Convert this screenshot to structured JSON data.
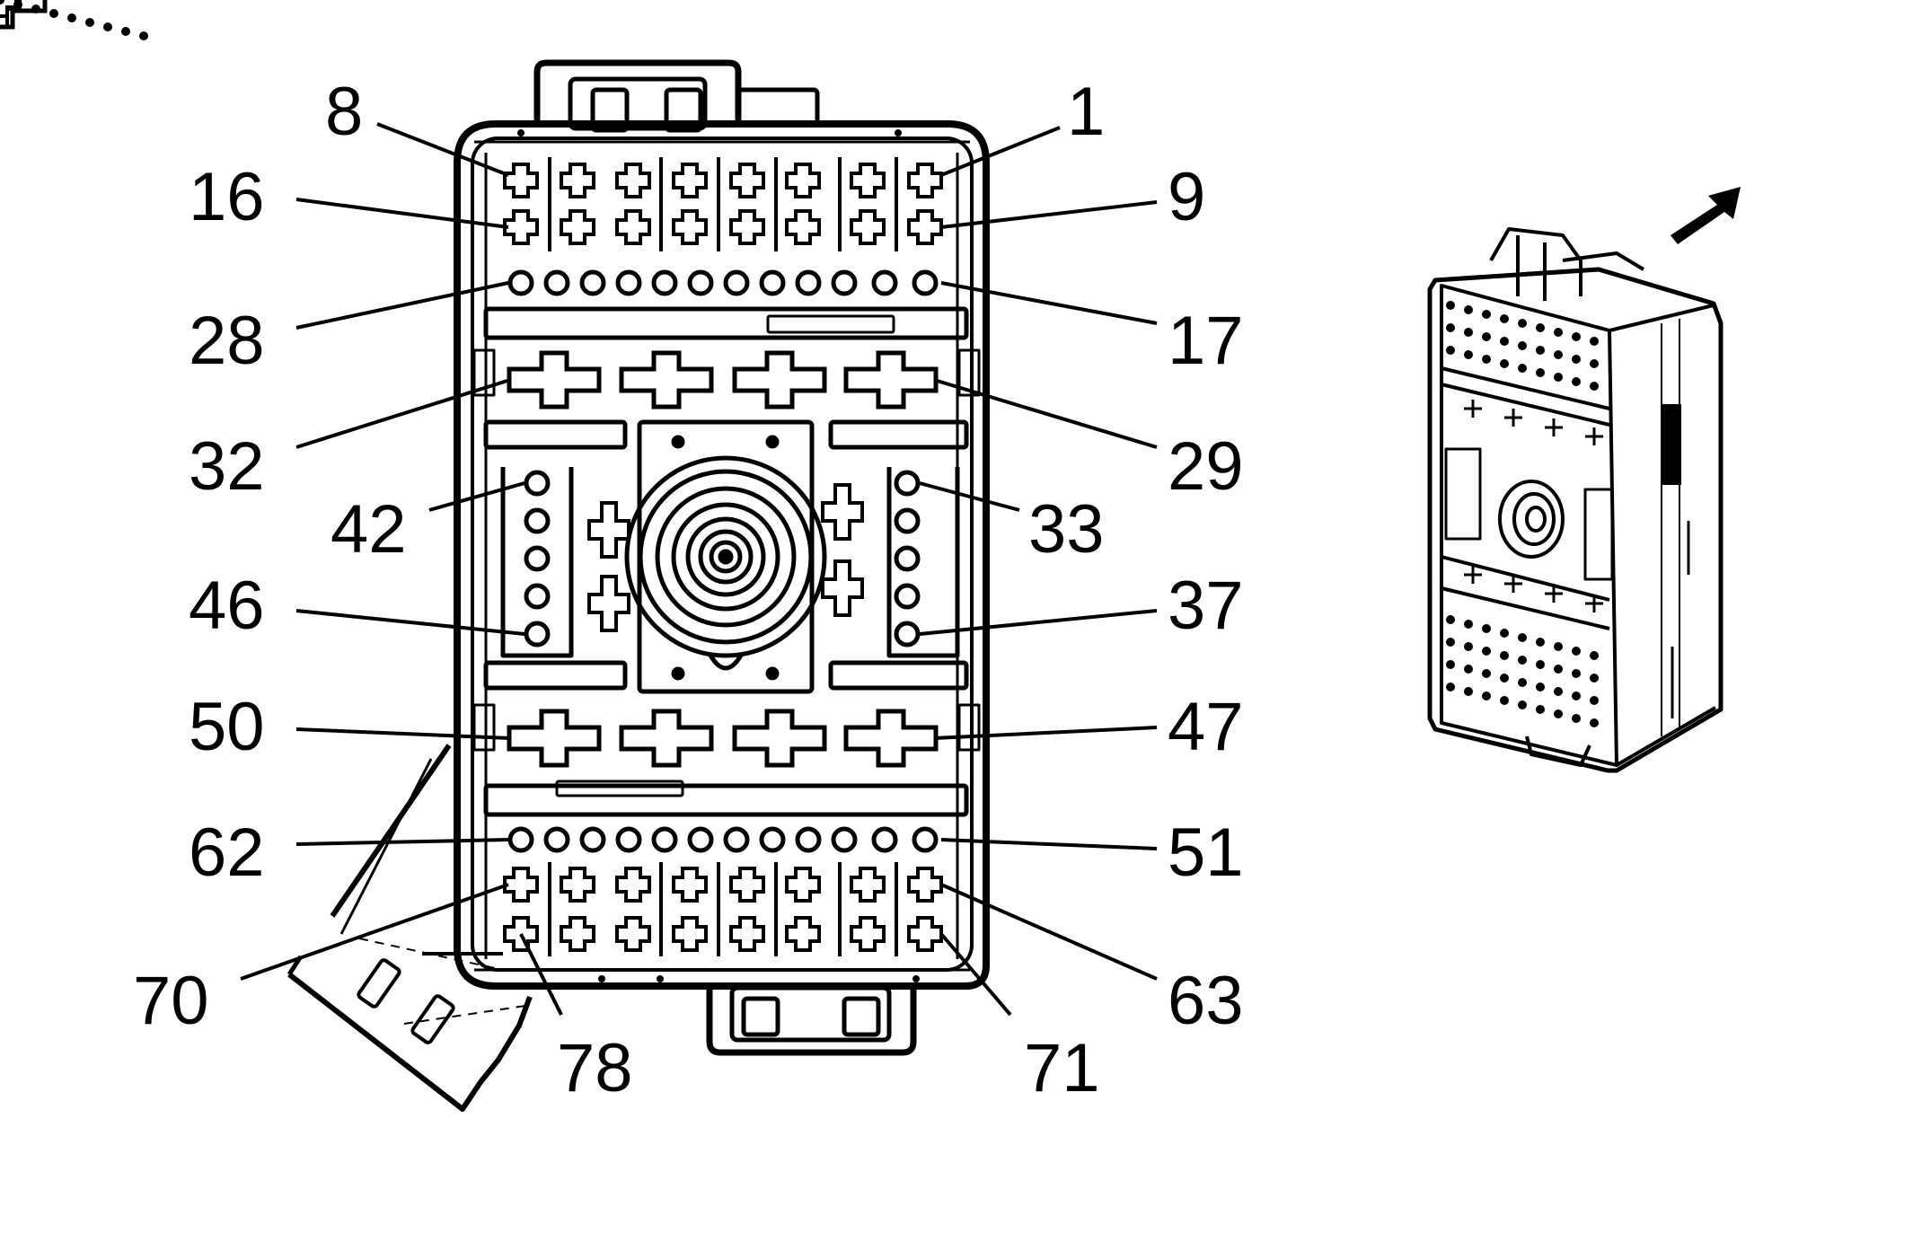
{
  "diagram": {
    "colors": {
      "line": "#000000",
      "background": "#ffffff"
    },
    "pin_labels": {
      "p8": "8",
      "p1": "1",
      "p16": "16",
      "p9": "9",
      "p28": "28",
      "p17": "17",
      "p32": "32",
      "p29": "29",
      "p42": "42",
      "p33": "33",
      "p46": "46",
      "p37": "37",
      "p50": "50",
      "p47": "47",
      "p62": "62",
      "p51": "51",
      "p70": "70",
      "p63": "63",
      "p78": "78",
      "p71": "71"
    },
    "orientation_icon": "direction-arrow-icon"
  }
}
